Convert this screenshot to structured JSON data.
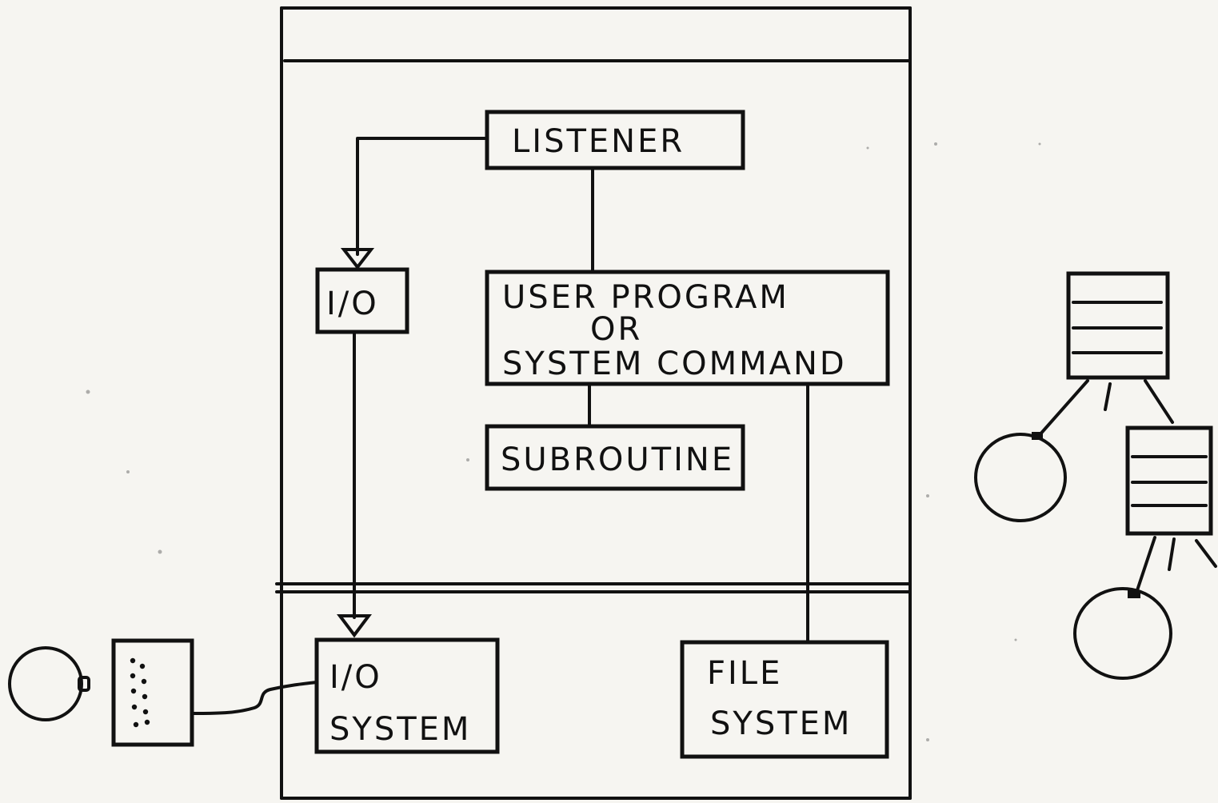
{
  "diagram": {
    "listener": "LISTENER",
    "io_top": "I/O",
    "user_program": {
      "line1": "USER PROGRAM",
      "line2": "OR",
      "line3": "SYSTEM COMMAND"
    },
    "subroutine": "SUBROUTINE",
    "io_system": {
      "line1": "I/O",
      "line2": "SYSTEM"
    },
    "file_system": {
      "line1": "FILE",
      "line2": "SYSTEM"
    }
  }
}
